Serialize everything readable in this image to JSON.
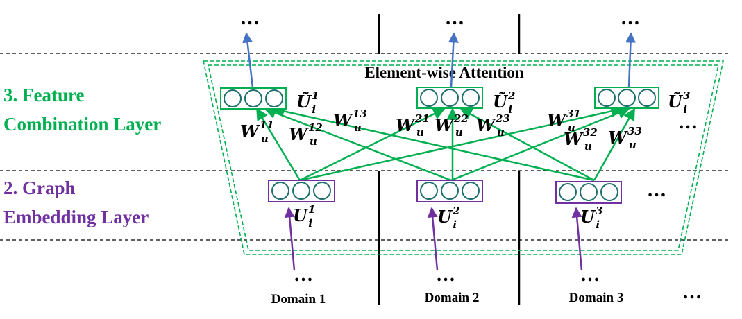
{
  "layers": {
    "feature": {
      "line1": "3. Feature",
      "line2": "Combination Layer",
      "color": "#00b050"
    },
    "graph": {
      "line1": "2. Graph",
      "line2": "Embedding Layer",
      "color": "#7030a0"
    }
  },
  "attention_title": "Element-wise Attention",
  "ellipsis": "…",
  "domains": [
    "Domain 1",
    "Domain 2",
    "Domain 3"
  ],
  "embeddings": [
    {
      "base": "U",
      "sub": "i",
      "sup": "1"
    },
    {
      "base": "U",
      "sub": "i",
      "sup": "2"
    },
    {
      "base": "U",
      "sub": "i",
      "sup": "3"
    }
  ],
  "combined": [
    {
      "base": "Ũ",
      "sub": "i",
      "sup": "1"
    },
    {
      "base": "Ũ",
      "sub": "i",
      "sup": "2"
    },
    {
      "base": "Ũ",
      "sub": "i",
      "sup": "3"
    }
  ],
  "weights": [
    {
      "base": "W",
      "sub": "u",
      "sup": "11"
    },
    {
      "base": "W",
      "sub": "u",
      "sup": "12"
    },
    {
      "base": "W",
      "sub": "u",
      "sup": "13"
    },
    {
      "base": "W",
      "sub": "u",
      "sup": "21"
    },
    {
      "base": "W",
      "sub": "u",
      "sup": "22"
    },
    {
      "base": "W",
      "sub": "u",
      "sup": "23"
    },
    {
      "base": "W",
      "sub": "u",
      "sup": "31"
    },
    {
      "base": "W",
      "sub": "u",
      "sup": "32"
    },
    {
      "base": "W",
      "sub": "u",
      "sup": "33"
    }
  ],
  "colors": {
    "green": "#00b050",
    "purple": "#7030a0",
    "blue": "#4472c4",
    "node": "#1f6f6f",
    "black": "#000000"
  }
}
